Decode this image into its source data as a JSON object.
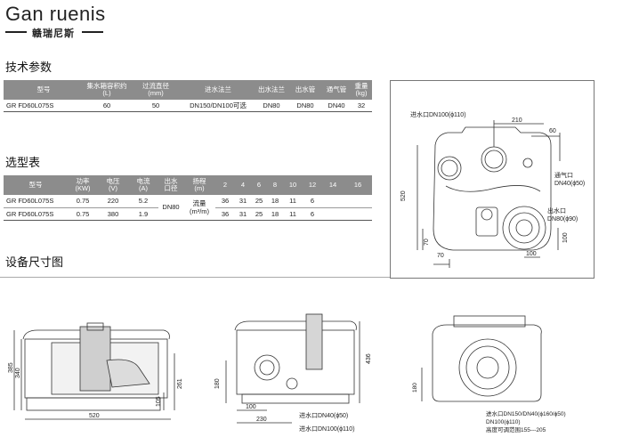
{
  "brand": {
    "name_en": "Gan ruenis",
    "name_cn": "赣瑞尼斯"
  },
  "sections": {
    "tech": "技术参数",
    "select": "选型表",
    "dims": "设备尺寸图"
  },
  "tech_table": {
    "headers": [
      "型号",
      "集水箱容积约\n(L)",
      "过流直径\n(mm)",
      "进水法兰",
      "出水法兰",
      "出水管",
      "通气管",
      "重量\n(kg)"
    ],
    "row": [
      "GR FD60L075S",
      "60",
      "50",
      "DN150/DN100可选",
      "DN80",
      "DN80",
      "DN40",
      "32"
    ]
  },
  "select_table": {
    "headers": [
      "型号",
      "功率\n(KW)",
      "电压\n(V)",
      "电流\n(A)",
      "出水\n口径",
      "扬程\n(m)"
    ],
    "heads_m": [
      "2",
      "4",
      "6",
      "8",
      "10",
      "12",
      "14",
      "16"
    ],
    "flow_label": "流量\n(m³/m)",
    "outlet": "DN80",
    "rows": [
      {
        "model": "GR FD60L075S",
        "power": "0.75",
        "voltage": "220",
        "current": "5.2",
        "flows": [
          "36",
          "31",
          "25",
          "18",
          "11",
          "6",
          "",
          ""
        ]
      },
      {
        "model": "GR FD60L075S",
        "power": "0.75",
        "voltage": "380",
        "current": "1.9",
        "flows": [
          "36",
          "31",
          "25",
          "18",
          "11",
          "6",
          "",
          ""
        ]
      }
    ]
  },
  "top_view": {
    "inlet_label": "进水口DN100(ϕ110)",
    "vent_label_1": "通气口",
    "vent_label_2": "DN40(ϕ50)",
    "outlet_label_1": "出水口",
    "outlet_label_2": "DN80(ϕ90)",
    "dims": {
      "d210": "210",
      "d60": "60",
      "d520": "520",
      "d70v": "70",
      "d100v": "100",
      "d70h": "70",
      "d100h": "100"
    }
  },
  "side_view": {
    "d385": "385",
    "d340": "340",
    "d261": "261",
    "d105": "105",
    "d520": "520"
  },
  "front_view": {
    "d436": "436",
    "d180": "180",
    "d100": "100",
    "d230": "230",
    "inlet1": "进水口DN40(ϕ50)",
    "inlet2": "进水口DN100(ϕ110)"
  },
  "rear_view": {
    "d180": "180",
    "note1": "进水口DN150/DN40(ϕ160/ϕ50)",
    "note2": "DN100(ϕ110)",
    "note3": "高度可调范围155---205"
  }
}
